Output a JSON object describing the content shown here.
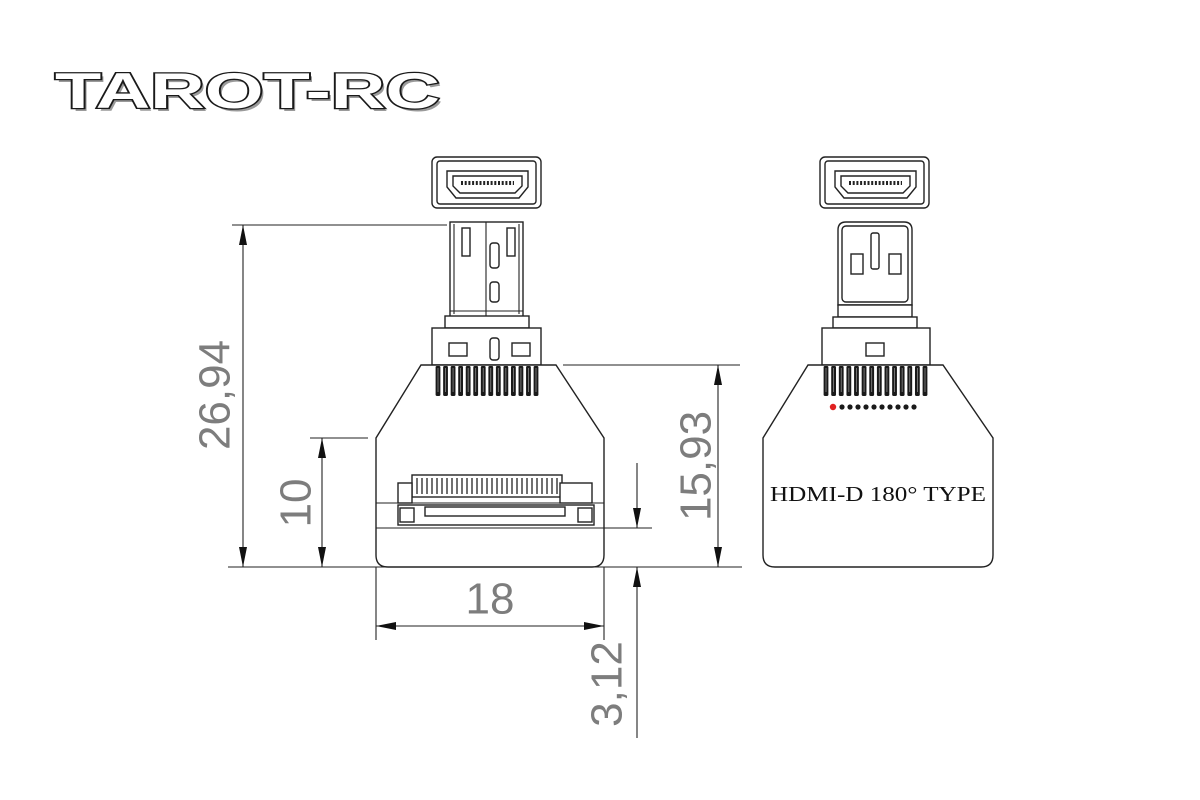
{
  "logo": {
    "text": "TAROT-RC"
  },
  "dimensions": {
    "overall_height": "26,94",
    "board_height": "10",
    "width": "18",
    "body_height": "15,93",
    "connector_offset": "3,12"
  },
  "labels": {
    "type": "HDMI-D 180° TYPE"
  },
  "colors": {
    "line": "#222222",
    "dimension_text": "#7d7d7d",
    "pin1_marker": "#e02020"
  }
}
